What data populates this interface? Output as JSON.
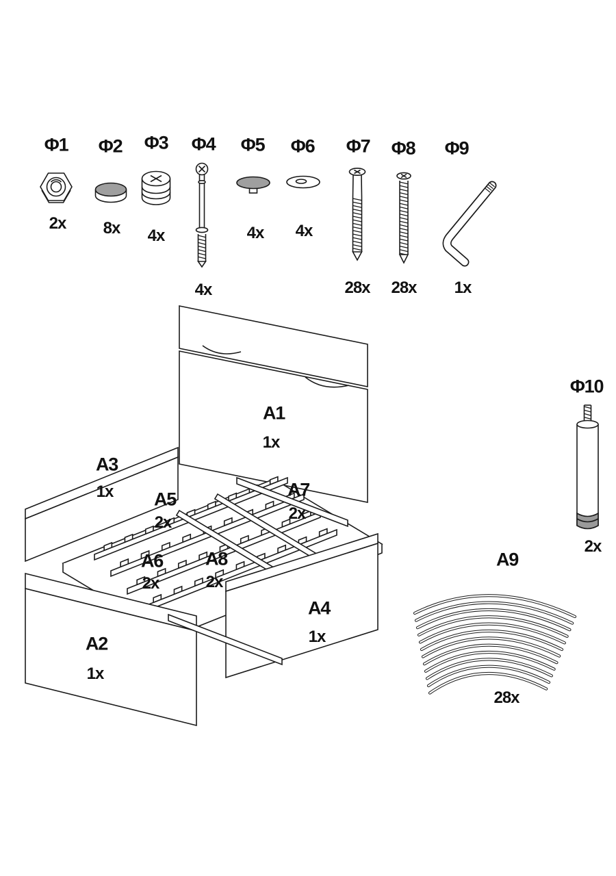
{
  "hardware": [
    {
      "id": "Φ1",
      "qty": "2x",
      "icon": "hex-nut"
    },
    {
      "id": "Φ2",
      "qty": "8x",
      "icon": "round-cover-cap"
    },
    {
      "id": "Φ3",
      "qty": "4x",
      "icon": "cam-lock"
    },
    {
      "id": "Φ4",
      "qty": "4x",
      "icon": "cam-bolt"
    },
    {
      "id": "Φ5",
      "qty": "4x",
      "icon": "cover-cap-with-stem"
    },
    {
      "id": "Φ6",
      "qty": "4x",
      "icon": "oval-cover-cap"
    },
    {
      "id": "Φ7",
      "qty": "28x",
      "icon": "long-screw"
    },
    {
      "id": "Φ8",
      "qty": "28x",
      "icon": "wood-screw"
    },
    {
      "id": "Φ9",
      "qty": "1x",
      "icon": "allen-key"
    },
    {
      "id": "Φ10",
      "qty": "2x",
      "icon": "leg"
    }
  ],
  "panels": [
    {
      "id": "A1",
      "qty": "1x"
    },
    {
      "id": "A2",
      "qty": "1x"
    },
    {
      "id": "A3",
      "qty": "1x"
    },
    {
      "id": "A4",
      "qty": "1x"
    },
    {
      "id": "A5",
      "qty": "2x"
    },
    {
      "id": "A6",
      "qty": "2x"
    },
    {
      "id": "A7",
      "qty": "2x"
    },
    {
      "id": "A8",
      "qty": "2x"
    },
    {
      "id": "A9",
      "qty": "28x"
    }
  ],
  "colors": {
    "line": "#1a1a1a",
    "cap_gray": "#9f9f9f",
    "foot_gray": "#9a9a9a"
  }
}
